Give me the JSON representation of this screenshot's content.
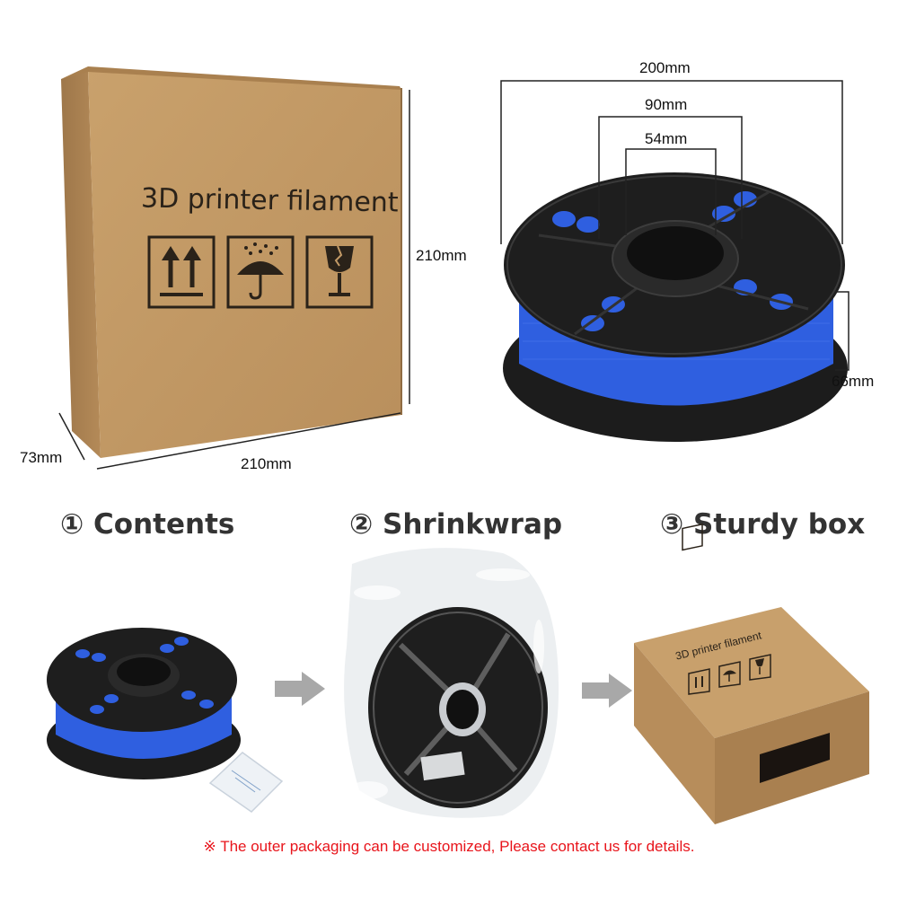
{
  "box_front": {
    "label": "3D printer filament",
    "symbols": [
      "this-way-up-icon",
      "keep-dry-icon",
      "fragile-icon"
    ]
  },
  "box_dimensions": {
    "height": "210mm",
    "width": "210mm",
    "depth": "73mm"
  },
  "spool_dimensions": {
    "outer_diameter": "200mm",
    "flange_inner": "90mm",
    "hub_diameter": "54mm",
    "width": "66mm"
  },
  "steps": [
    {
      "label": "① Contents"
    },
    {
      "label": "② Shrinkwrap"
    },
    {
      "label": "③ Sturdy box"
    }
  ],
  "small_box_label": "3D printer filament",
  "note": "※ The outer packaging can be customized, Please contact us for details.",
  "colors": {
    "cardboard": "#c39a66",
    "filament": "#2f5fe0",
    "spool": "#1e1e1e",
    "note_red": "#e8141b",
    "arrow_gray": "#a8a8a8"
  }
}
